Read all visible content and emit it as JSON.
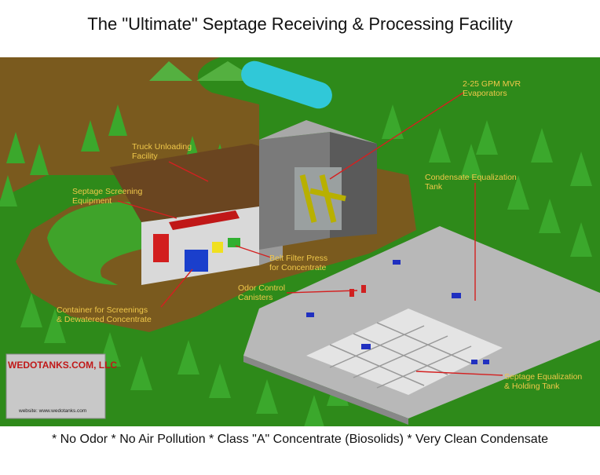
{
  "title": "The \"Ultimate\" Septage Receiving & Processing Facility",
  "footer": "* No Odor * No Air Pollution * Class \"A\" Concentrate (Biosolids) * Very Clean Condensate",
  "labels": {
    "evaporators": [
      "2-25 GPM MVR",
      "Evaporators"
    ],
    "truck_unloading": [
      "Truck Unloading",
      "Facility"
    ],
    "screening": [
      "Septage Screening",
      "Equipment"
    ],
    "condensate_tank": [
      "Condensate Equalization",
      "Tank"
    ],
    "belt_filter": [
      "Belt Filter Press",
      "for Concentrate"
    ],
    "odor_control": [
      "Odor Control",
      "Canisters"
    ],
    "container": [
      "Container for Screenings",
      "& Dewatered Concentrate"
    ],
    "septage_tank": [
      "Septage Equalization",
      "& Holding Tank"
    ]
  },
  "logo": {
    "name": "WEDOTANKS.COM, LLC",
    "website": "website: www.wedotanks.com"
  },
  "colors": {
    "ground": "#2e8a1a",
    "dirt": "#7a5a1e",
    "label": "#f0c84a",
    "pointer": "#d42020",
    "tank": "#b8b8b8",
    "building": "#8a8a8a",
    "roof": "#6a4520"
  }
}
